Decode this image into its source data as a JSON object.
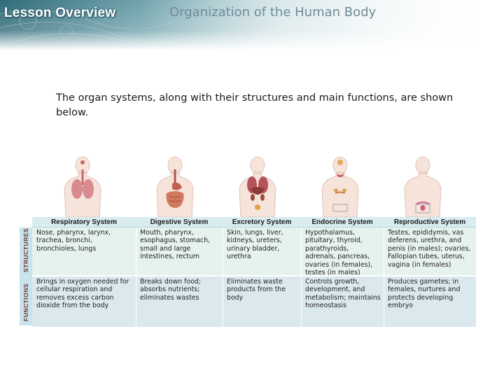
{
  "header": {
    "lesson_label": "Lesson Overview",
    "title": "Organization of the Human Body"
  },
  "intro": "The organ systems, along with their structures and main functions, are shown below.",
  "table": {
    "row_labels": [
      "STRUCTURES",
      "FUNCTIONS"
    ],
    "columns": [
      {
        "name": "Respiratory System",
        "structures": "Nose, pharynx, larynx, trachea, bronchi, bronchioles, lungs",
        "functions": "Brings in oxygen needed for cellular respiration and removes excess carbon dioxide from the body"
      },
      {
        "name": "Digestive System",
        "structures": "Mouth, pharynx, esophagus, stomach, small and large intestines, rectum",
        "functions": "Breaks down food; absorbs nutrients; eliminates wastes"
      },
      {
        "name": "Excretory System",
        "structures": "Skin, lungs, liver, kidneys, ureters, urinary bladder, urethra",
        "functions": "Eliminates waste products from the body"
      },
      {
        "name": "Endocrine System",
        "structures": "Hypothalamus, pituitary, thyroid, parathyroids, adrenals, pancreas, ovaries (in females), testes (in males)",
        "functions": "Controls growth, development, and metabolism; maintains homeostasis"
      },
      {
        "name": "Reproductive System",
        "structures": "Testes, epididymis, vas deferens, urethra, and penis (in males); ovaries, Fallopian tubes, uterus, vagina (in females)",
        "functions": "Produces gametes; in females, nurtures and protects developing embryo"
      }
    ]
  },
  "colors": {
    "banner_teal": "#3f7f8c",
    "title_gray": "#6f8b9a",
    "label_red": "#7a2f2f",
    "structures_bg": "#e6f2ee",
    "functions_bg": "#dbe9ef"
  }
}
